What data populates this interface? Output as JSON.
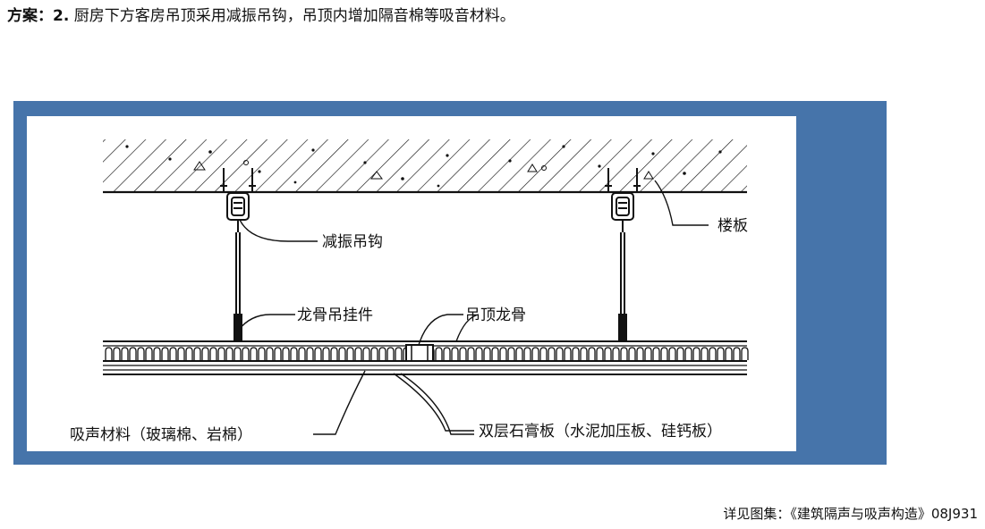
{
  "heading": {
    "prefix": "方案：",
    "number": "2.",
    "text": " 厨房下方客房吊顶采用减振吊钩，吊顶内增加隔音棉等吸音材料。"
  },
  "diagram": {
    "labels": {
      "hanger": "减振吊钩",
      "slab": "楼板",
      "keel_hanger": "龙骨吊挂件",
      "ceiling_keel": "吊顶龙骨",
      "absorber": "吸声材料（玻璃棉、岩棉）",
      "board": "双层石膏板（水泥加压板、硅钙板）"
    }
  },
  "caption": "详见图集：《建筑隔声与吸声构造》08J931",
  "colors": {
    "frame": "#4674aa",
    "line": "#111111"
  }
}
